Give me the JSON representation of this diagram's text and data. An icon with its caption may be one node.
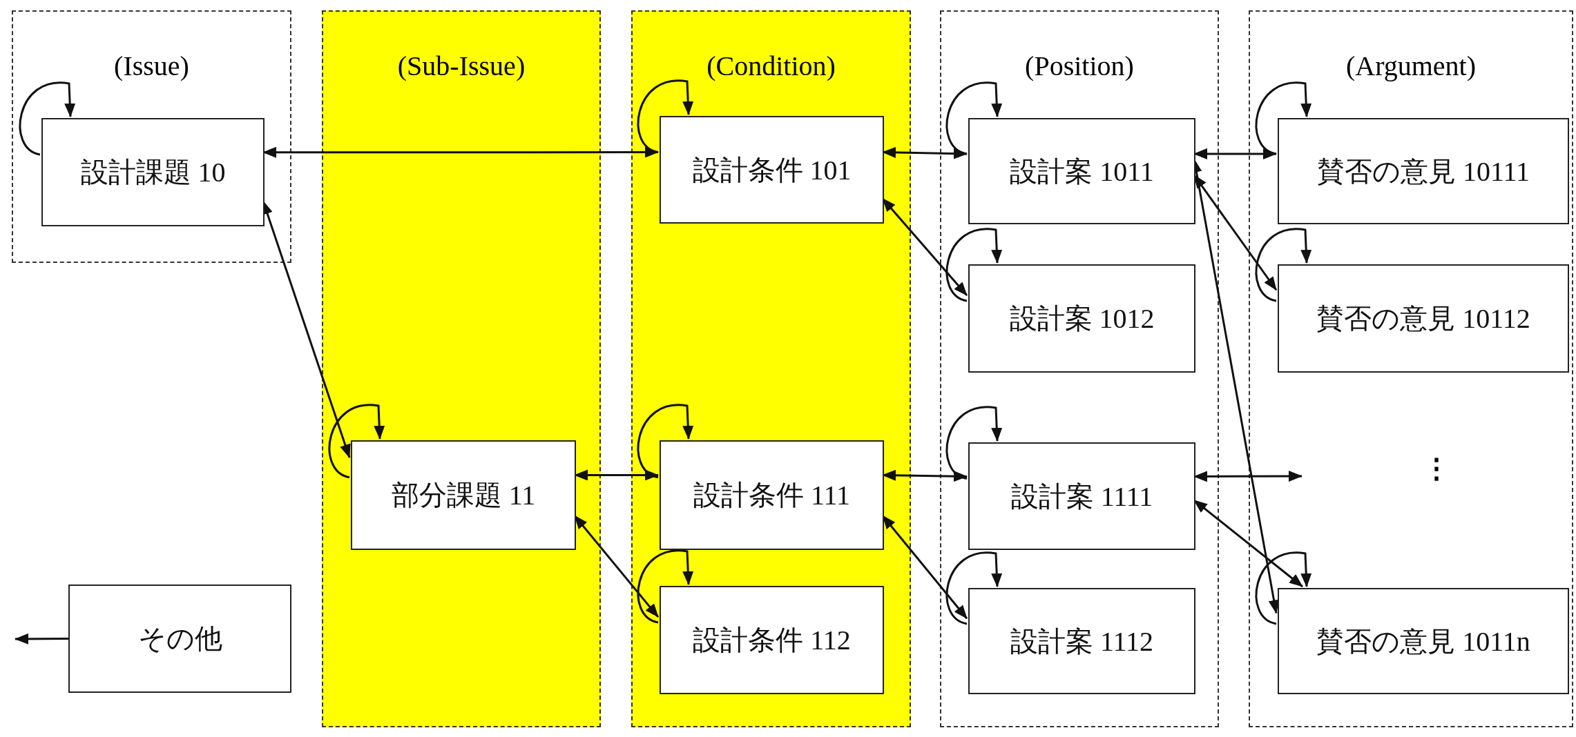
{
  "diagram": {
    "nodes": [
      {
        "text": [
          "(Issue)"
        ]
      },
      {
        "text": [
          "設計課題 10"
        ],
        "in": 0
      },
      {
        "text": [
          "(Sub-Issue)"
        ]
      },
      {
        "text": [
          "部分課題 11"
        ],
        "in": 2
      },
      {
        "text": [
          "(Condition)"
        ]
      },
      {
        "text": [
          "設計条件 101"
        ],
        "in": 4
      },
      {
        "text": [
          "設計条件 111"
        ],
        "in": 4
      },
      {
        "text": [
          "設計条件 112"
        ],
        "in": 4
      },
      {
        "text": [
          "(Position)"
        ]
      },
      {
        "text": [
          "設計案 1011"
        ],
        "in": 8
      },
      {
        "text": [
          "設計案 1012"
        ],
        "in": 8
      },
      {
        "text": [
          "設計案 1111"
        ],
        "in": 8
      },
      {
        "text": [
          "設計案 1112"
        ],
        "in": 8
      },
      {
        "text": [
          "(Argument)"
        ]
      },
      {
        "text": [
          "賛否の意見 10111"
        ],
        "in": 13
      },
      {
        "text": [
          "賛否の意見 10112"
        ],
        "in": 13
      },
      {
        "text": [
          "賛否の意見 1011n"
        ],
        "in": 13
      },
      {
        "text": [
          "その他"
        ]
      }
    ],
    "edges": [
      {
        "from": 1,
        "to": 5,
        "arrow": "both"
      },
      {
        "from": 3,
        "to": 1,
        "arrow": "both"
      },
      {
        "from": 3,
        "to": 6,
        "arrow": "both"
      },
      {
        "from": 3,
        "to": 7,
        "arrow": "both"
      },
      {
        "from": 5,
        "to": 9,
        "arrow": "both"
      },
      {
        "from": 5,
        "to": 10,
        "arrow": "both"
      },
      {
        "from": 6,
        "to": 11,
        "arrow": "both"
      },
      {
        "from": 6,
        "to": 12,
        "arrow": "both"
      },
      {
        "from": 9,
        "to": 14,
        "arrow": "both"
      },
      {
        "from": 9,
        "to": 15,
        "arrow": "both"
      },
      {
        "from": 9,
        "to": 16,
        "arrow": "both"
      },
      {
        "from": 11,
        "to": null,
        "arrow": "both"
      },
      {
        "from": 11,
        "to": 16,
        "arrow": "both"
      },
      {
        "from": 17,
        "to": null,
        "arrow": "to"
      },
      {
        "from": 1,
        "to": 1,
        "arrow": "to"
      },
      {
        "from": 3,
        "to": 3,
        "arrow": "to"
      },
      {
        "from": 5,
        "to": 5,
        "arrow": "to"
      },
      {
        "from": 6,
        "to": 6,
        "arrow": "to"
      },
      {
        "from": 7,
        "to": 7,
        "arrow": "to"
      },
      {
        "from": 9,
        "to": 9,
        "arrow": "to"
      },
      {
        "from": 10,
        "to": 10,
        "arrow": "to"
      },
      {
        "from": 11,
        "to": 11,
        "arrow": "to"
      },
      {
        "from": 12,
        "to": 12,
        "arrow": "to"
      },
      {
        "from": 14,
        "to": 14,
        "arrow": "to"
      },
      {
        "from": 15,
        "to": 15,
        "arrow": "to"
      },
      {
        "from": 16,
        "to": 16,
        "arrow": "to"
      }
    ],
    "labels": [
      "⋮"
    ]
  }
}
